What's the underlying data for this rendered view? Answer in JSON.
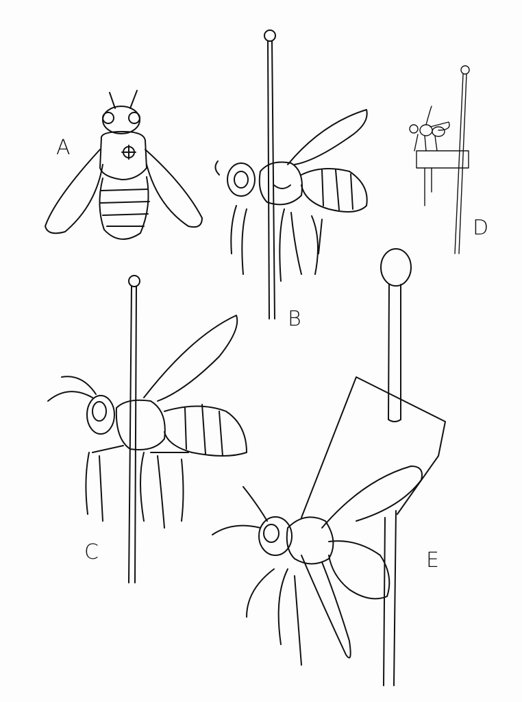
{
  "figure": {
    "labels": {
      "a": "A",
      "b": "B",
      "c": "C",
      "d": "D",
      "e": "E"
    },
    "ink_color": "#111111",
    "paper_color": "#fdfdfd"
  }
}
